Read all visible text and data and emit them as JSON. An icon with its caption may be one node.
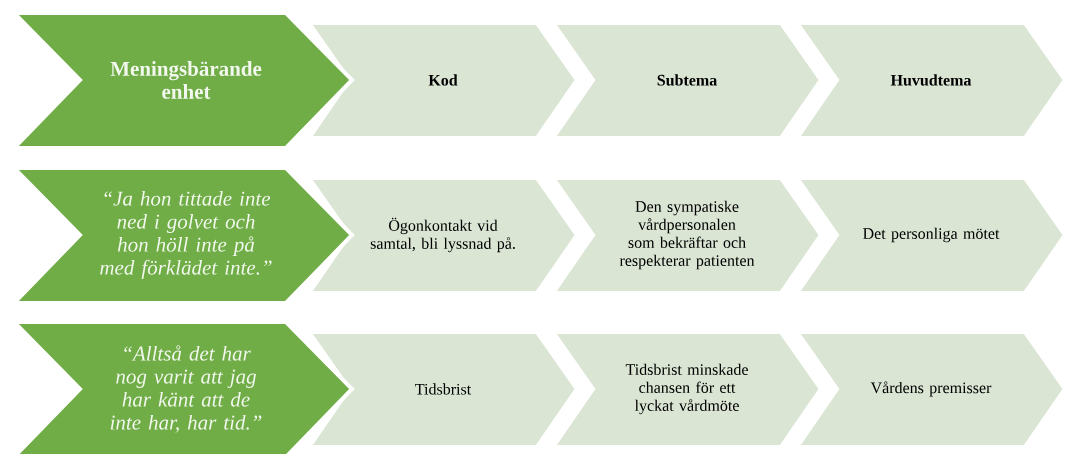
{
  "diagram": {
    "nodes": [
      {
        "text": [
          "Meningsbärande enhet"
        ]
      },
      {
        "text": [
          "Kod"
        ]
      },
      {
        "text": [
          "Subtema"
        ]
      },
      {
        "text": [
          "Huvudtema"
        ]
      },
      {
        "text": [
          "“Ja hon tittade inte ned i golvet och hon höll inte på med förklädet inte.”"
        ]
      },
      {
        "text": [
          "Ögonkontakt vid samtal, bli lyssnad på."
        ]
      },
      {
        "text": [
          "Den sympatiske vårdpersonalen som bekräftar och respekterar patienten"
        ]
      },
      {
        "text": [
          "Det personliga mötet"
        ]
      },
      {
        "text": [
          "“Alltså det har nog varit att jag har känt att de inte har, har tid.”"
        ]
      },
      {
        "text": [
          "Tidsbrist"
        ]
      },
      {
        "text": [
          "Tidsbrist minskade chansen för ett lyckat vårdmöte"
        ]
      },
      {
        "text": [
          "Vårdens premisser"
        ]
      }
    ]
  }
}
